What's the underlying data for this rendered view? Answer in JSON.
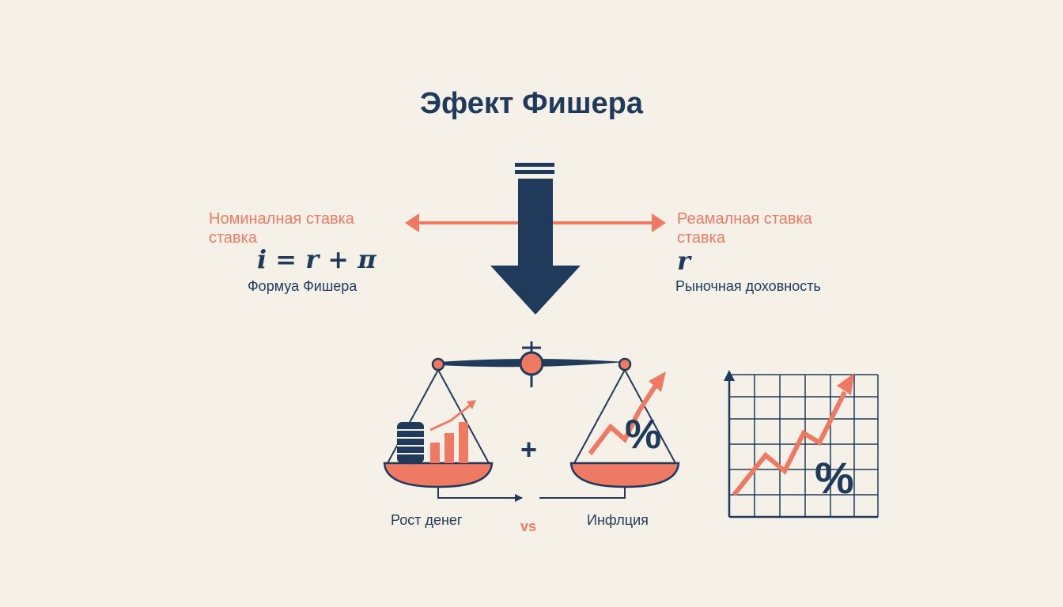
{
  "title": "Эфект Фишера",
  "left": {
    "label_line1": "Номиналная ставка",
    "label_line2": "ставка",
    "formula": "i = r + π",
    "caption": "Формуа Фишера"
  },
  "right": {
    "label_line1": "Реамалная ставка",
    "label_line2": "ставка",
    "formula": "r",
    "caption": "Рыночная доховность"
  },
  "scale": {
    "plus": "+",
    "left_label": "Рост денег",
    "vs": "vs",
    "right_label": "Инфлция"
  },
  "chart_icon": {
    "symbol": "%"
  },
  "right_pan_symbol": "%",
  "colors": {
    "navy": "#1f3a5a",
    "coral": "#ee7a64",
    "background": "#f5f1e9"
  }
}
